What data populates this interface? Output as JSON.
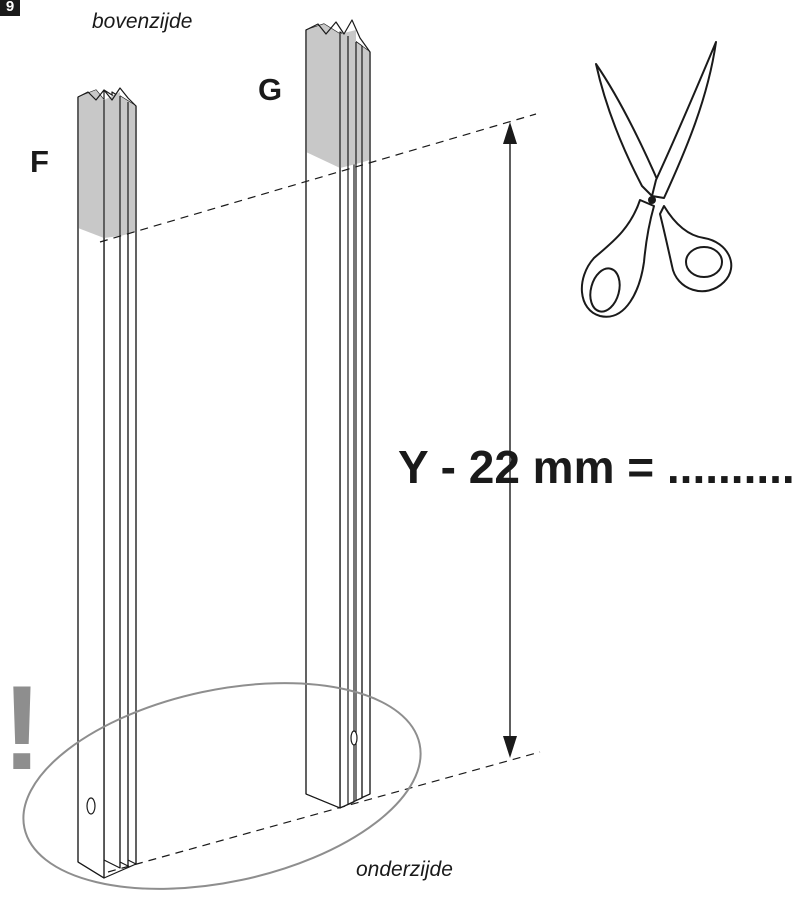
{
  "step_number": "9",
  "top_label": "bovenzijde",
  "bottom_label": "onderzijde",
  "panel_f_label": "F",
  "panel_g_label": "G",
  "formula": "Y - 22 mm = ..........",
  "warning_mark": "!",
  "icons": {
    "scissors": "scissors-icon",
    "warning": "exclamation-icon"
  },
  "colors": {
    "ink": "#1a1a1a",
    "shade": "#c8c8c8",
    "warning": "#8e8e8e"
  }
}
